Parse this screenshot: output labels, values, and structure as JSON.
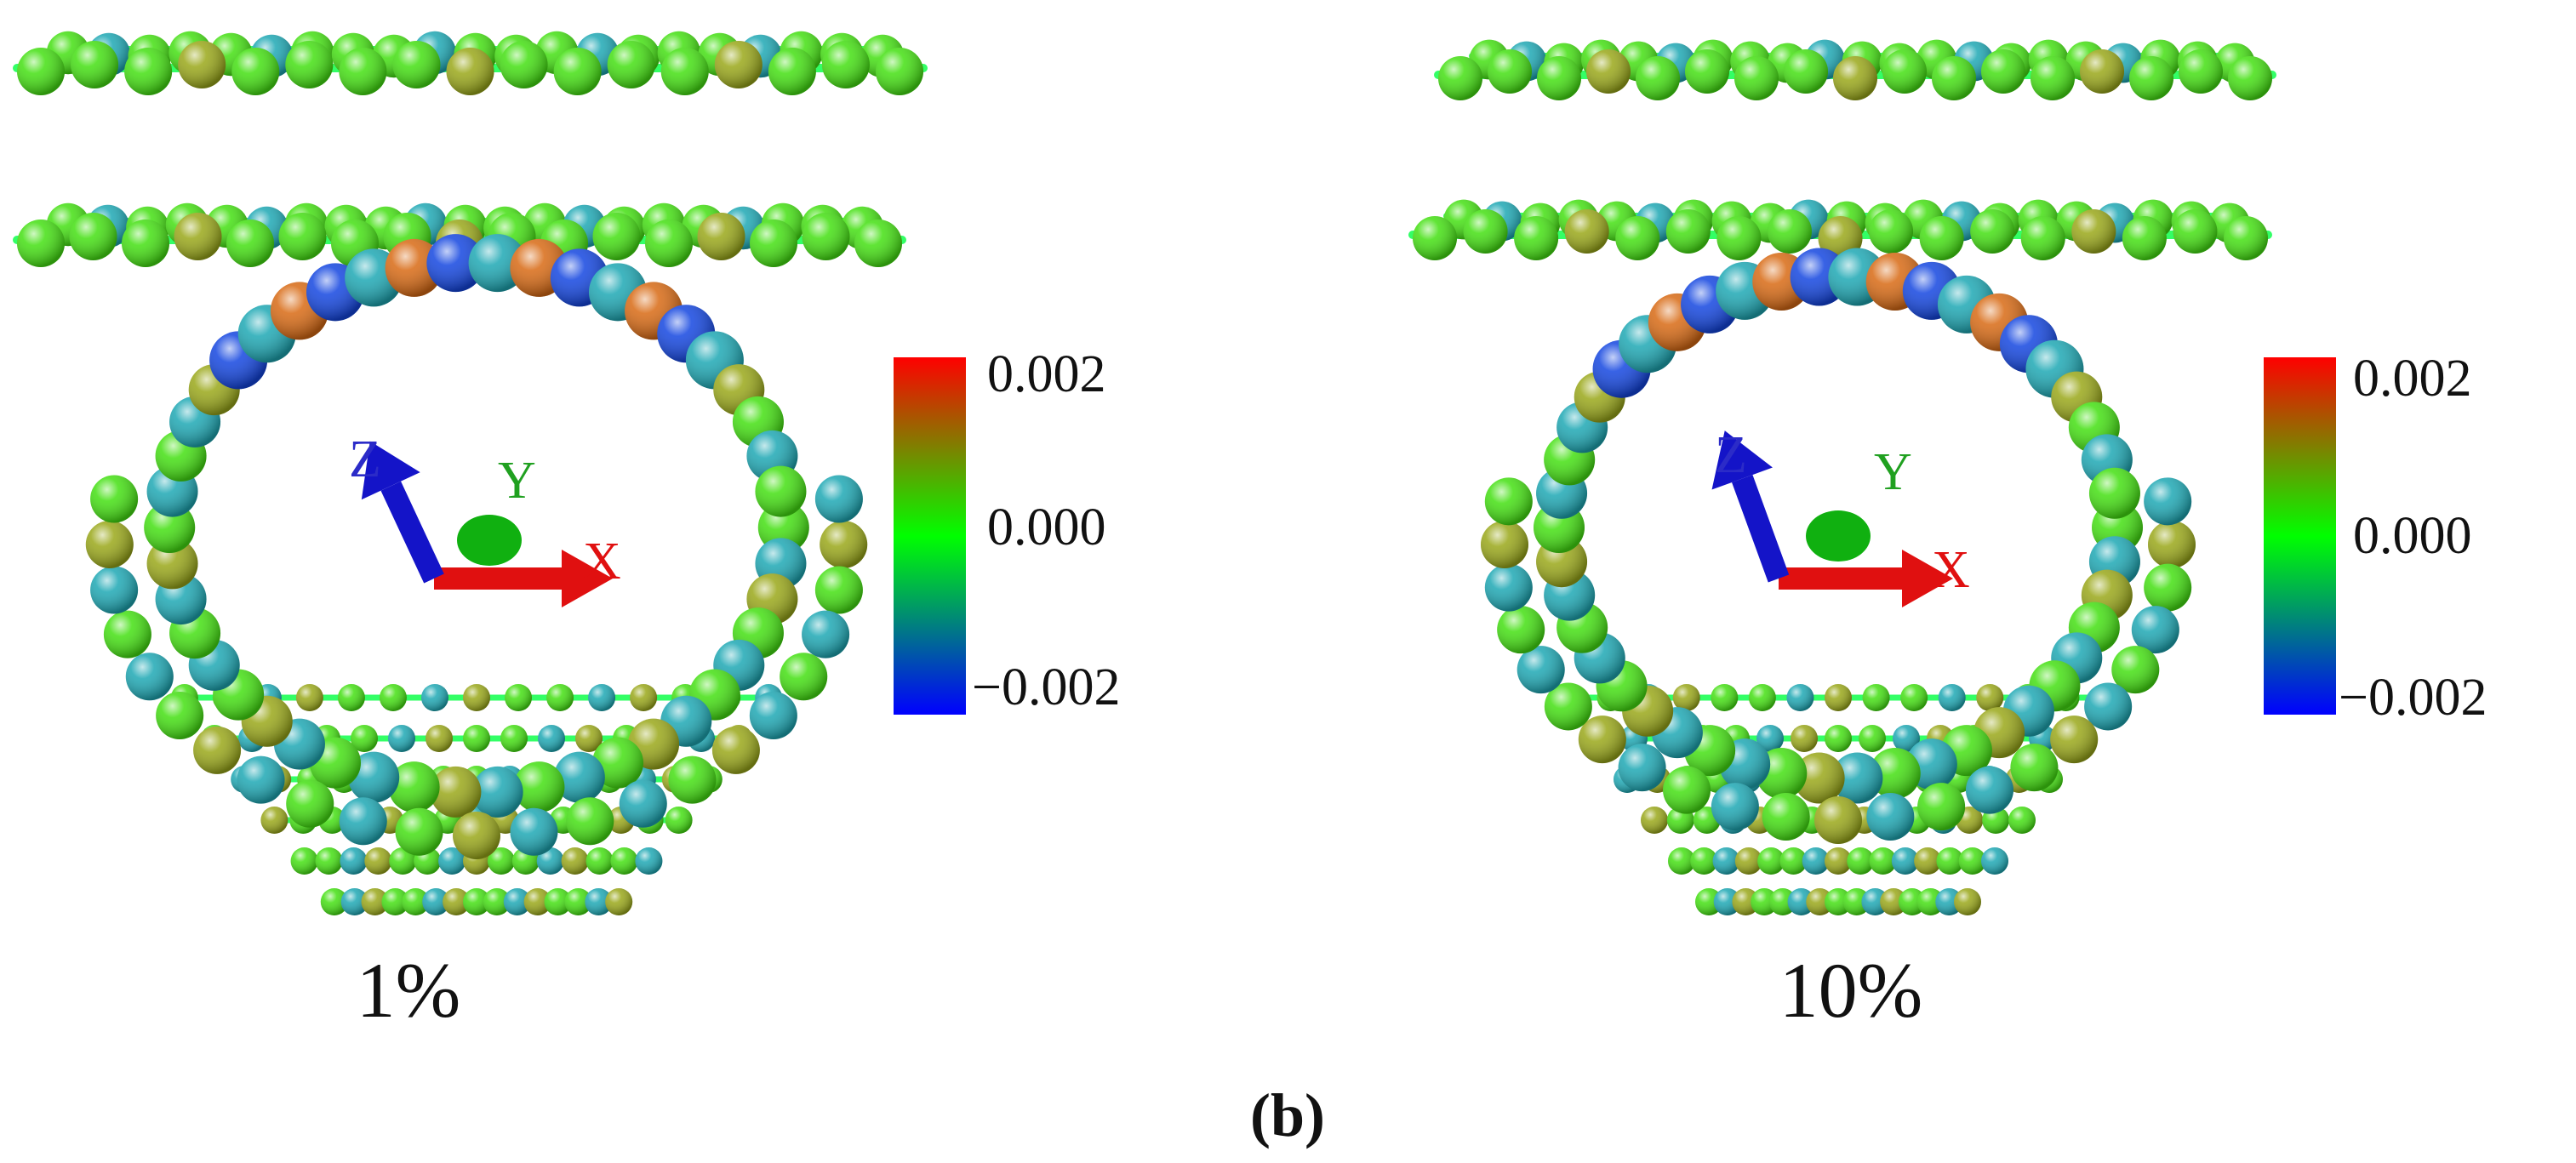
{
  "figure": {
    "panel_label": "(b)",
    "colors": {
      "positive": "#ff0000",
      "zero": "#00ff00",
      "negative": "#0000ff",
      "x_axis": "#e01010",
      "y_axis": "#10b010",
      "z_axis": "#1414c8",
      "bond": "#33ff66",
      "atom_green": "#44e012",
      "atom_teal": "#1ea8b4",
      "atom_olive": "#9aa81a",
      "atom_orange": "#d86a14",
      "atom_blue": "#1446e0"
    },
    "panels": [
      {
        "caption": "1%",
        "colorbar": {
          "ticks": [
            "0.002",
            "0.000",
            "−0.002"
          ],
          "range": [
            -0.002,
            0.002
          ]
        },
        "axes": {
          "x": "X",
          "y": "Y",
          "z": "Z"
        }
      },
      {
        "caption": "10%",
        "colorbar": {
          "ticks": [
            "0.002",
            "0.000",
            "−0.002"
          ],
          "range": [
            -0.002,
            0.002
          ]
        },
        "axes": {
          "x": "X",
          "y": "Y",
          "z": "Z"
        }
      }
    ]
  }
}
